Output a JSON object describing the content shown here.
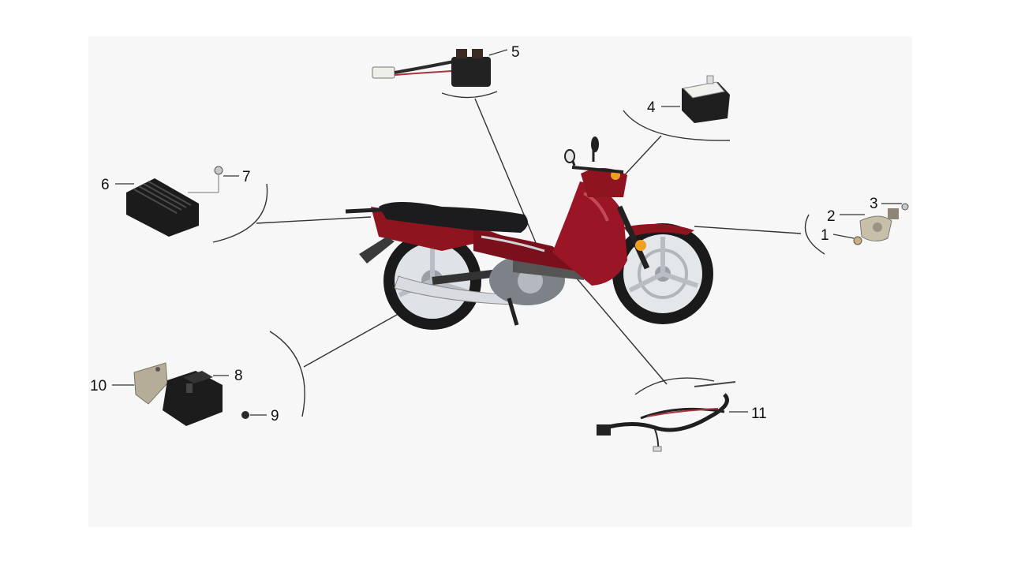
{
  "diagram": {
    "colors": {
      "page_bg": "#ffffff",
      "panel_bg": "#f7f7f7",
      "line": "#333333",
      "body_red": "#8e1420",
      "seat_black": "#1c1c1e",
      "chrome": "#c9ccd0",
      "part_dark": "#222222",
      "part_light": "#eeeeea",
      "bracket": "#b5ad98",
      "wire_red": "#a8333a"
    },
    "callouts": [
      {
        "id": "1",
        "part": "bolt-icon"
      },
      {
        "id": "2",
        "part": "horn-icon"
      },
      {
        "id": "3",
        "part": "screw-icon"
      },
      {
        "id": "4",
        "part": "flasher-relay-icon"
      },
      {
        "id": "5",
        "part": "starter-relay-icon"
      },
      {
        "id": "6",
        "part": "rectifier-regulator-icon"
      },
      {
        "id": "7",
        "part": "screw-icon"
      },
      {
        "id": "8",
        "part": "cdi-unit-icon"
      },
      {
        "id": "9",
        "part": "screw-icon"
      },
      {
        "id": "10",
        "part": "bracket-icon"
      },
      {
        "id": "11",
        "part": "wire-harness-icon"
      }
    ]
  }
}
